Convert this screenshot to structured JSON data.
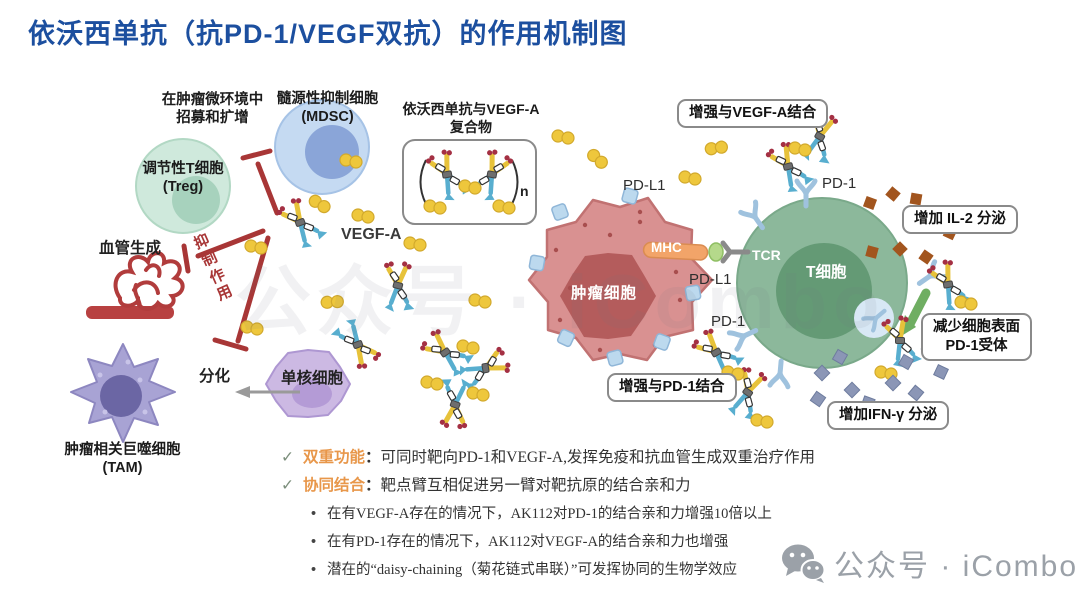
{
  "title": "依沃西单抗（抗PD-1/VEGF双抗）的作用机制图",
  "colors": {
    "title_blue": "#1c4f9f",
    "inhibition_red": "#a83636",
    "accent_orange": "#e8974a",
    "antibody_yellow": "#e7c23a",
    "antibody_cyan": "#58aecf",
    "vegf_yellow": "#eec73c",
    "il2_brown": "#a2551e",
    "ifng_slate": "#8b96b6",
    "tumor_pink": "#d99191",
    "tcell_green": "#8cb89b",
    "watermark_gray": "#9ba1a8"
  },
  "labels": {
    "recruit1": "在肿瘤微环境中",
    "recruit2": "招募和扩增",
    "mdsc1": "髓源性抑制细胞",
    "mdsc2": "(MDSC)",
    "treg1": "调节性T细胞",
    "treg2": "(Treg)",
    "angiogenesis": "血管生成",
    "inhibition": "抑制作用",
    "differentiation": "分化",
    "monocyte": "单核细胞",
    "tam1": "肿瘤相关巨噬细胞",
    "tam2": "(TAM)",
    "complex1": "依沃西单抗与VEGF-A",
    "complex2": "复合物",
    "n_subscript": "n",
    "vegfa": "VEGF-A",
    "pdl1_top": "PD-L1",
    "pdl1_mid": "PD-L1",
    "pd1_left": "PD-1",
    "pd1_top": "PD-1",
    "mhc": "MHC",
    "tcr": "TCR",
    "tumor_cell": "肿瘤细胞",
    "t_cell": "T细胞"
  },
  "callouts": {
    "vegf_bind": "增强与VEGF-A结合",
    "il2": "增加 IL-2 分泌",
    "pd1_receptor1": "减少细胞表面",
    "pd1_receptor2": "PD-1受体",
    "ifng": "增加IFN-γ 分泌",
    "pd1_bind": "增强与PD-1结合"
  },
  "summary": {
    "check": "✓",
    "dot": "•",
    "check_items": [
      {
        "label": "双重功能",
        "colon": "：",
        "text": "可同时靶向PD-1和VEGF-A,发挥免疫和抗血管生成双重治疗作用"
      },
      {
        "label": "协同结合",
        "colon": "：",
        "text": "靶点臂互相促进另一臂对靶抗原的结合亲和力"
      }
    ],
    "sub_items": [
      "在有VEGF-A存在的情况下，AK112对PD-1的结合亲和力增强10倍以上",
      "在有PD-1存在的情况下，AK112对VEGF-A的结合亲和力也增强",
      "潜在的“daisy-chaining（菊花链式串联）”可发挥协同的生物学效应"
    ]
  },
  "watermark": {
    "text": "公众号 · iCombo",
    "faint_text": "公众号 · iCombo",
    "icon": "wechat-bubbles-icon"
  }
}
